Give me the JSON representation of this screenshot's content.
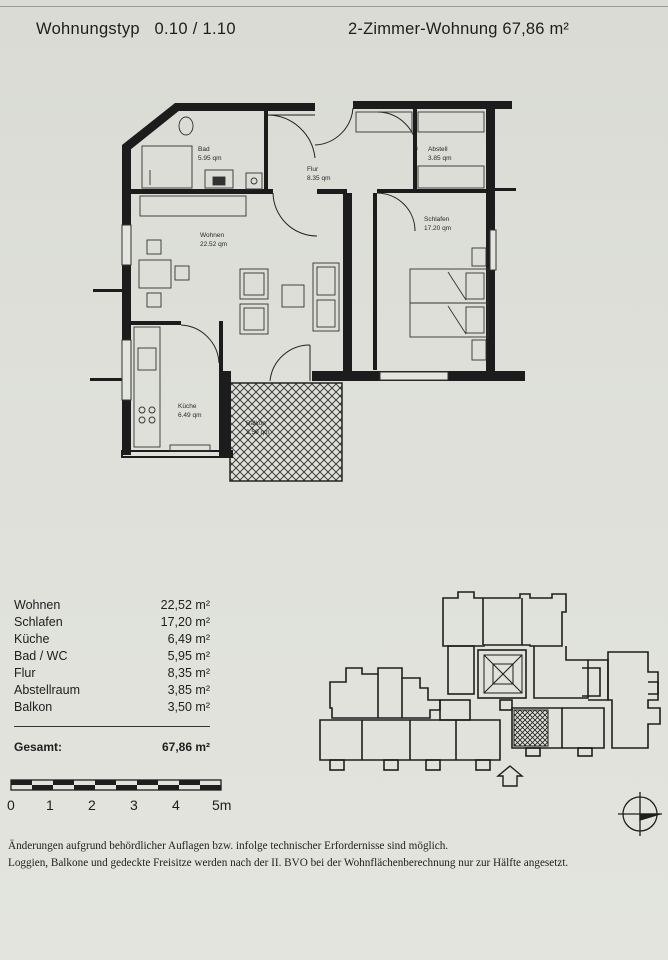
{
  "header": {
    "type_label": "Wohnungstyp   0.10 / 1.10",
    "size_label": "2-Zimmer-Wohnung 67,86 m²"
  },
  "rooms": [
    {
      "name": "Bad",
      "area": "5.95 qm"
    },
    {
      "name": "Flur",
      "area": "8.35 qm"
    },
    {
      "name": "Abstell",
      "area": "3.85 qm"
    },
    {
      "name": "Wohnen",
      "area": "22.52 qm"
    },
    {
      "name": "Schlafen",
      "area": "17.20 qm"
    },
    {
      "name": "Küche",
      "area": "6.49 qm"
    },
    {
      "name": "Balkon",
      "area": "3.50 qm"
    }
  ],
  "area_table": {
    "rows": [
      {
        "label": "Wohnen",
        "value": "22,52 m²"
      },
      {
        "label": "Schlafen",
        "value": "17,20 m²"
      },
      {
        "label": "Küche",
        "value": "6,49 m²"
      },
      {
        "label": "Bad / WC",
        "value": "5,95 m²"
      },
      {
        "label": "Flur",
        "value": "8,35 m²"
      },
      {
        "label": "Abstellraum",
        "value": "3,85 m²"
      },
      {
        "label": "Balkon",
        "value": "3,50 m²"
      }
    ],
    "total_label": "Gesamt:",
    "total_value": "67,86 m²"
  },
  "scale_bar": {
    "labels": [
      "0",
      "1",
      "2",
      "3",
      "4",
      "5m"
    ]
  },
  "footnotes": [
    "Änderungen aufgrund behördlicher Auflagen bzw. infolge technischer Erfordernisse sind möglich.",
    "Loggien, Balkone und gedeckte Freisitze werden nach der II. BVO bei der Wohnflächenberechnung nur zur Hälfte angesetzt."
  ],
  "icons": {
    "entrance": "entrance-arrow-icon",
    "north": "north-compass-icon"
  },
  "colors": {
    "wall": "#1c1c1c",
    "paper": "#dfe0da",
    "balcony_hatch": "#2a2a2a"
  }
}
